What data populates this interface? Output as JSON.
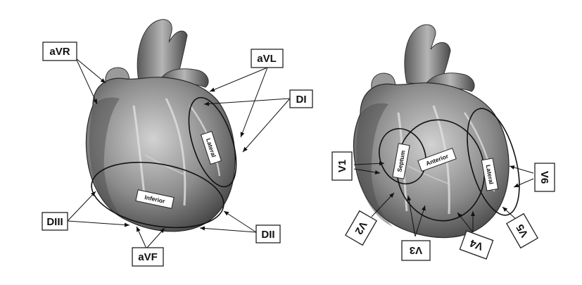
{
  "left_heart": {
    "leads": {
      "avr": "aVR",
      "avl": "aVL",
      "di": "DI",
      "diii": "DIII",
      "dii": "DII",
      "avf": "aVF"
    },
    "regions": {
      "lateral": "Lateral",
      "inferior": "Inferior"
    }
  },
  "right_heart": {
    "leads": {
      "v1": "V1",
      "v2": "V2",
      "v3": "V3",
      "v4": "V4",
      "v5": "V5",
      "v6": "V6"
    },
    "regions": {
      "septum": "Septum",
      "anterior": "Anterior",
      "lateral": "Lateral"
    }
  },
  "colors": {
    "heart_dark": "#3a3a3a",
    "heart_mid": "#8a8a8a",
    "heart_light": "#c8c8c8",
    "line": "#111111",
    "label_bg": "#ffffff"
  }
}
